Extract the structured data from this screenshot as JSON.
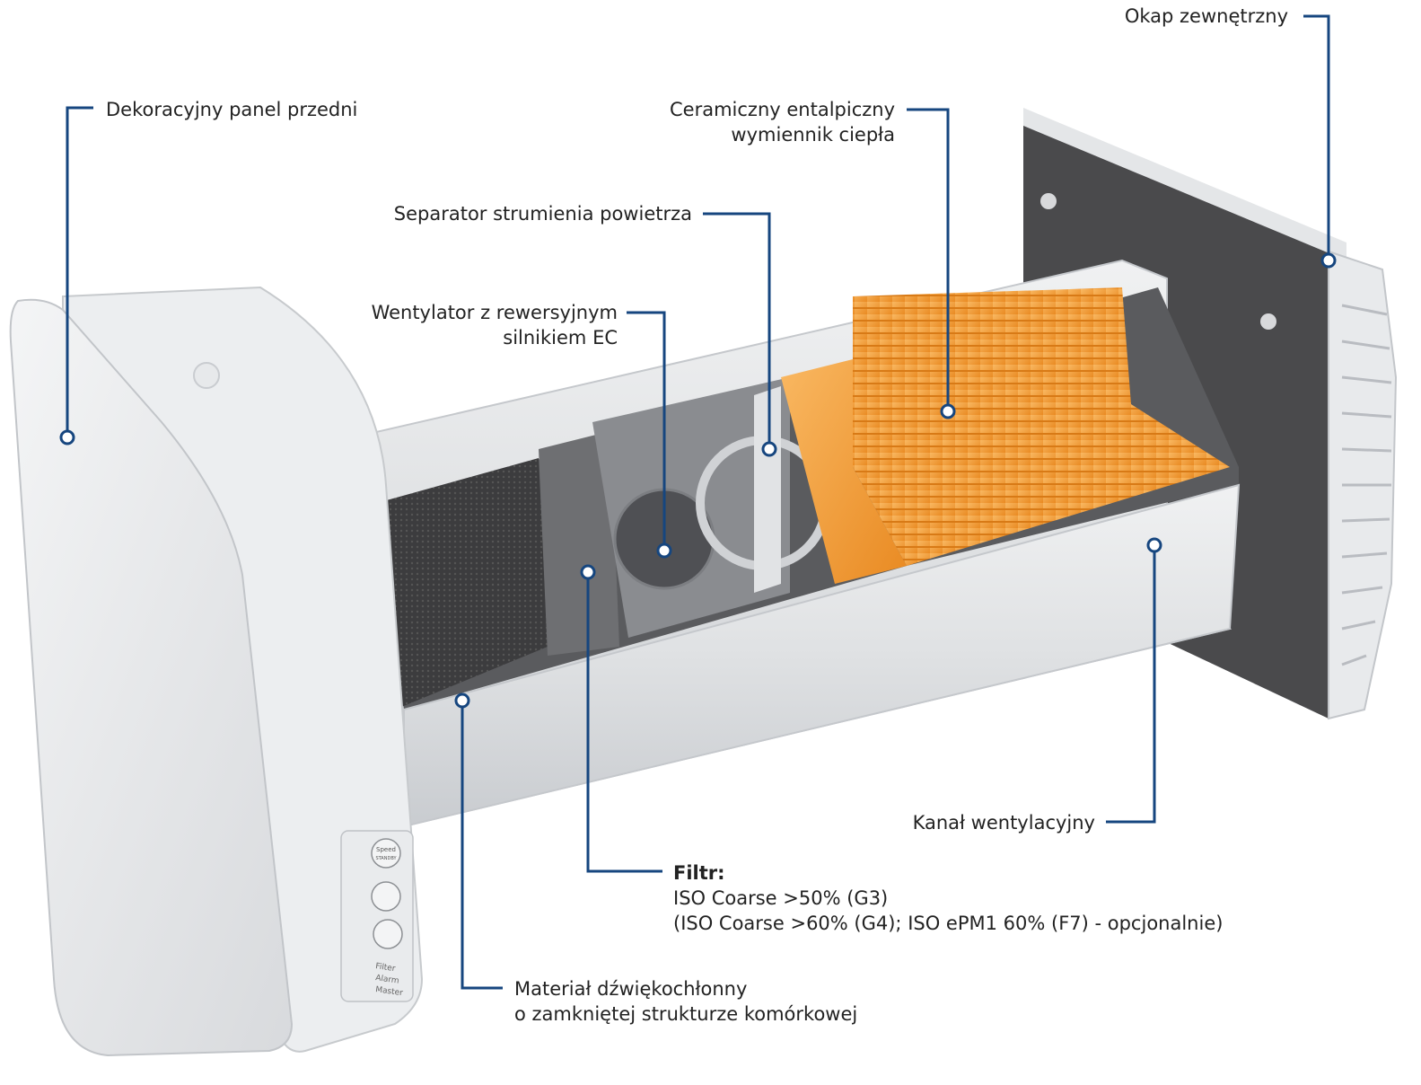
{
  "labels": {
    "outer_hood": "Okap zewnętrzny",
    "front_panel": "Dekoracyjny panel przedni",
    "heat_exchanger_line1": "Ceramiczny entalpiczny",
    "heat_exchanger_line2": "wymiennik ciepła",
    "air_separator": "Separator strumienia powietrza",
    "fan_line1": "Wentylator z rewersyjnym",
    "fan_line2": "silnikiem EC",
    "channel": "Kanał wentylacyjny",
    "filter_title": "Filtr:",
    "filter_line1": "ISO Coarse >50% (G3)",
    "filter_line2": "(ISO Coarse >60% (G4); ISO ePM1 60% (F7) - opcjonalnie)",
    "material_line1": "Materiał dźwiękochłonny",
    "material_line2": "o zamkniętej strukturze komórkowej"
  },
  "control_panel": {
    "button_speed": "Speed",
    "button_standby": "STANDBY",
    "indicator_filter": "Filter",
    "indicator_alarm": "Alarm",
    "indicator_master": "Master"
  },
  "colors": {
    "leader_line": "#16467f",
    "exchanger": "#f5a13a",
    "foam": "#3a3a3a",
    "housing": "#e6e8ea"
  }
}
